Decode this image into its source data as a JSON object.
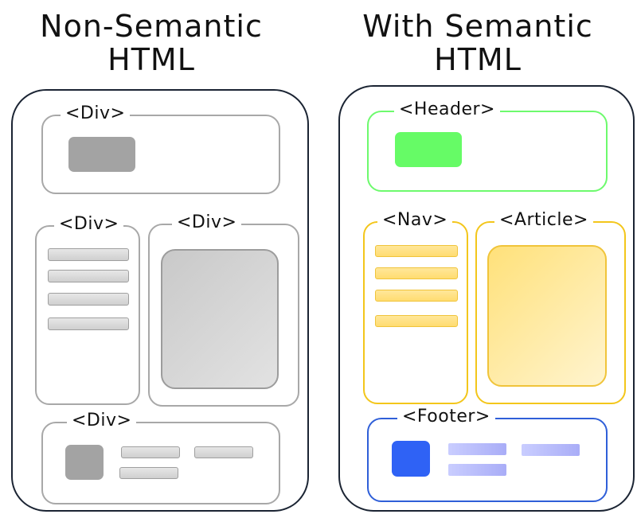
{
  "titles": {
    "left_line1": "Non-Semantic",
    "left_line2": "HTML",
    "right_line1": "With Semantic",
    "right_line2": "HTML"
  },
  "left": {
    "top_tag": "<Div>",
    "side_tag": "<Div>",
    "main_tag": "<Div>",
    "bottom_tag": "<Div>"
  },
  "right": {
    "top_tag": "<Header>",
    "side_tag": "<Nav>",
    "main_tag": "<Article>",
    "bottom_tag": "<Footer>"
  },
  "colors": {
    "frame": "#1b2433",
    "non_semantic_border": "#a8a8a8",
    "header": "#6dfa6d",
    "nav_article": "#f3c61b",
    "footer": "#2f5fd8"
  }
}
